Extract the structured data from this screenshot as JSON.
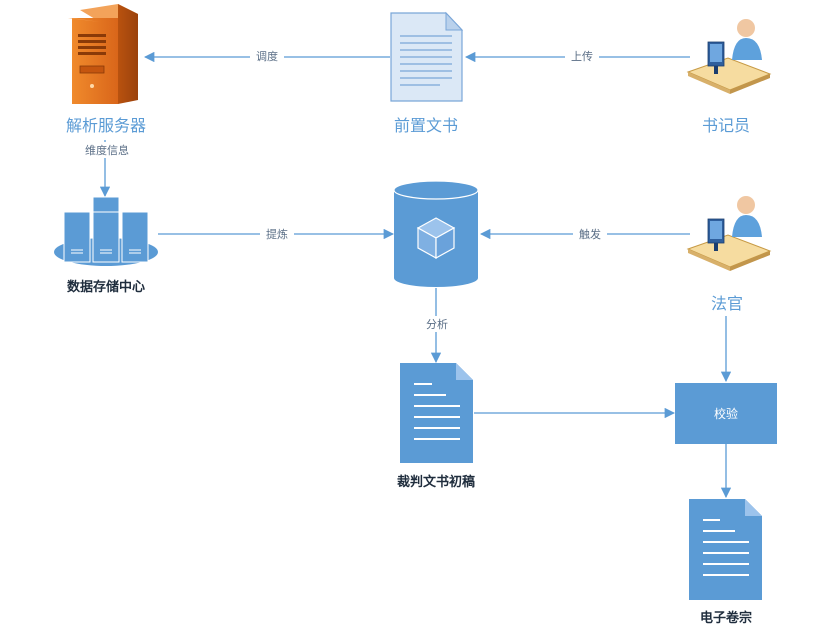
{
  "nodes": {
    "parse_server": "解析服务器",
    "pre_document": "前置文书",
    "clerk": "书记员",
    "data_center": "数据存储中心",
    "judge": "法官",
    "draft_judgment": "裁判文书初稿",
    "verify_box": "校验",
    "e_file": "电子卷宗"
  },
  "edges": {
    "dispatch": "调度",
    "upload": "上传",
    "maintain_info": "维度信息",
    "extract": "提炼",
    "trigger": "触发",
    "analyze": "分析"
  },
  "colors": {
    "accent": "#5b9bd5",
    "server_orange": "#e2741f",
    "label_blue": "#5b9bd5",
    "label_dark": "#1f2d3d"
  }
}
